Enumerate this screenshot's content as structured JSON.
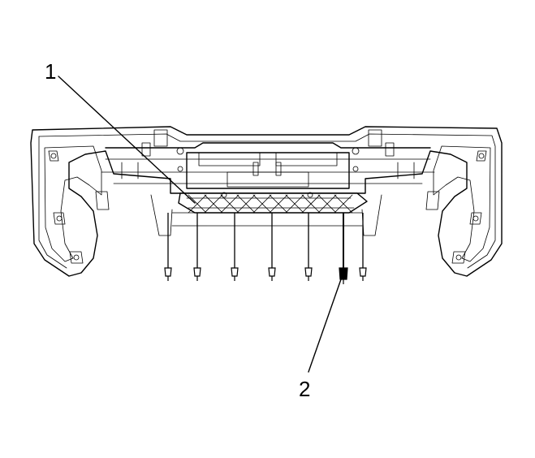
{
  "diagram": {
    "callouts": [
      {
        "id": "1",
        "label": "1"
      },
      {
        "id": "2",
        "label": "2"
      }
    ],
    "fastener_count": 7
  }
}
